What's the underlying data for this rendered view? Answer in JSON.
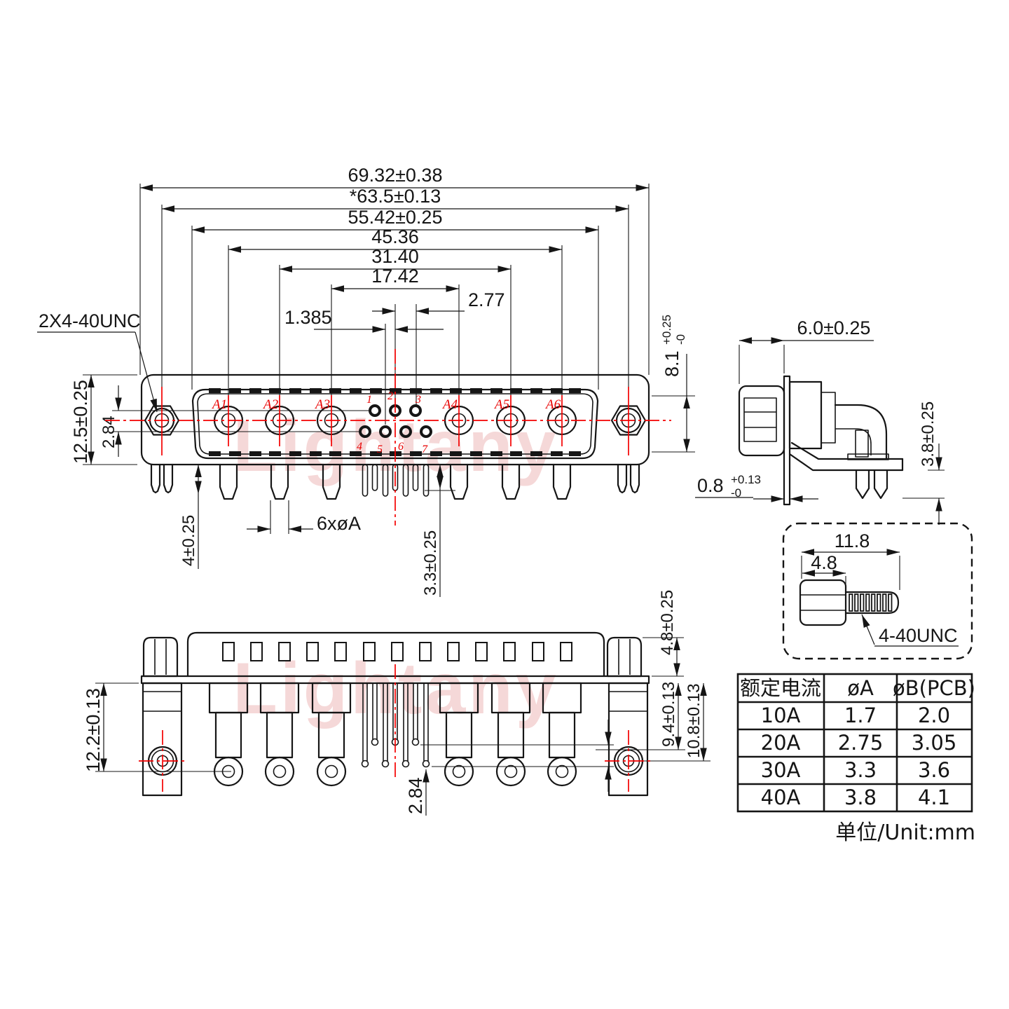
{
  "watermark": {
    "text": "Lightany"
  },
  "front_view": {
    "thread_callout": "2X4-40UNC",
    "dim_total_width": "69.32±0.38",
    "dim_mount_span": "*63.5±0.13",
    "dim_shroud_width": "55.42±0.25",
    "dim_span_a1_a6": "45.36",
    "dim_span_a2_a5": "31.40",
    "dim_span_a3_a4": "17.42",
    "dim_pin_pitch": "2.77",
    "dim_pin_half_pitch": "1.385",
    "dim_flange_height": "12.5±0.25",
    "dim_pin_row_gap": "2.84",
    "dim_shroud_height": {
      "value": "8.1",
      "tol_plus": "+0.25",
      "tol_minus": "-0"
    },
    "dim_leg_length": "4±0.25",
    "dim_contact_dia": "6xøA",
    "dim_tail_length": "3.3±0.25",
    "large_pins": [
      "A1",
      "A2",
      "A3",
      "A4",
      "A5",
      "A6"
    ],
    "small_pins": [
      "1",
      "2",
      "3",
      "4",
      "5",
      "6",
      "7"
    ]
  },
  "side_view": {
    "dim_depth": "6.0±0.25",
    "dim_standoff": "3.8±0.25",
    "dim_flange_thickness": {
      "value": "0.8",
      "tol_plus": "+0.13",
      "tol_minus": "-0"
    }
  },
  "bottom_view": {
    "dim_bracket_height": "12.2±0.13",
    "dim_nut_height": "4.8±0.25",
    "dim_pin_depth": "9.4±0.13",
    "dim_hole_offset": "10.8±0.13",
    "dim_tip_stagger": "2.84"
  },
  "screw_detail": {
    "dim_total_length": "11.8",
    "dim_head_length": "4.8",
    "thread_label": "4-40UNC"
  },
  "spec_table": {
    "headers": [
      "额定电流",
      "øA",
      "øB(PCB)"
    ],
    "rows": [
      [
        "10A",
        "1.7",
        "2.0"
      ],
      [
        "20A",
        "2.75",
        "3.05"
      ],
      [
        "30A",
        "3.3",
        "3.6"
      ],
      [
        "40A",
        "3.8",
        "4.1"
      ]
    ],
    "unit_note": "单位/Unit:mm"
  }
}
